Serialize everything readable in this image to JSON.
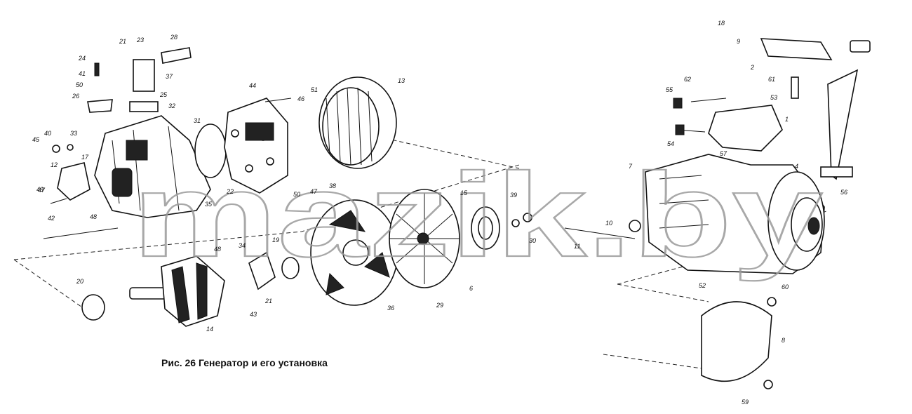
{
  "caption": "Рис. 26 Генератор и его установка",
  "watermark": "mazik.by",
  "callouts": [
    "21",
    "23",
    "28",
    "24",
    "37",
    "41",
    "50",
    "25",
    "26",
    "32",
    "44",
    "46",
    "51",
    "13",
    "40",
    "33",
    "31",
    "45",
    "17",
    "12",
    "22",
    "47",
    "49",
    "35",
    "42",
    "48",
    "50",
    "47",
    "38",
    "15",
    "39",
    "30",
    "48",
    "34",
    "19",
    "20",
    "43",
    "21",
    "14",
    "36",
    "29",
    "6",
    "18",
    "9",
    "2",
    "61",
    "53",
    "62",
    "55",
    "1",
    "54",
    "57",
    "7",
    "4",
    "56",
    "10",
    "11",
    "52",
    "60",
    "8",
    "59"
  ]
}
